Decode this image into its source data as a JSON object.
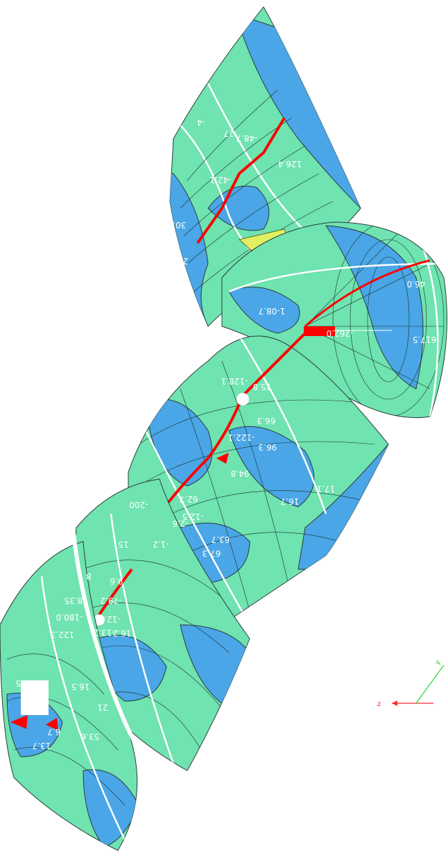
{
  "colors": {
    "surface_light": "#6fe3b0",
    "surface_dark": "#4aa6e6",
    "contour_line": "#2a3b3a",
    "mesh_line": "#1b2a2a",
    "red_marker": "#ff0000",
    "yellow_patch": "#e0f060",
    "axis_z": "#ff2a2a",
    "axis_y": "#2dd12d",
    "label_text": "#ffffff"
  },
  "labels": [
    "126.4",
    "-48.7",
    "27",
    "-4",
    "-42.1",
    "30.0",
    "2.40",
    "-5",
    "1-08.7",
    "-262.0",
    "46.0",
    "617.5",
    "75.8",
    "-128.1",
    "-122.1",
    "66.3",
    "96.3",
    "94.8",
    "17.1",
    "16.7",
    "62.7",
    "-200",
    "-2.6",
    "-12.5",
    "-1.2",
    "63.7",
    "67.3",
    "9.6",
    "-79.2",
    "-12.3",
    "-13.2",
    "15",
    "8",
    "8.35",
    "-180.0",
    "122.3",
    "16.2",
    "16.5",
    "15",
    "21",
    "6.7",
    "53.6",
    "13.7",
    "21.6",
    "5.8"
  ],
  "axes": {
    "z_label": "z",
    "y_label": "y"
  }
}
